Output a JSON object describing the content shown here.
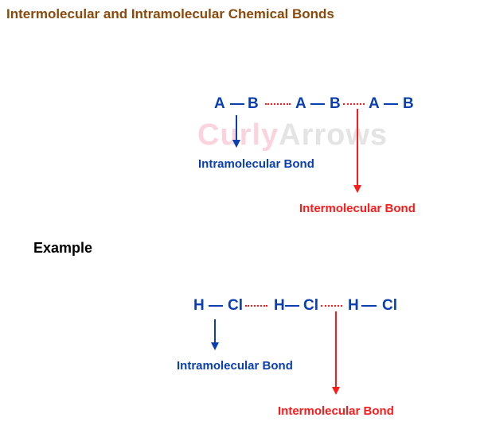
{
  "title": "Intermolecular and Intramolecular Chemical Bonds",
  "watermark": {
    "part1": "Curly",
    "part2": "Arrows"
  },
  "generic": {
    "atoms": [
      "A",
      "B",
      "A",
      "B",
      "A",
      "B"
    ],
    "intra_label": "Intramolecular Bond",
    "inter_label": "Intermolecular Bond"
  },
  "example": {
    "heading": "Example",
    "atoms": [
      "H",
      "Cl",
      "H",
      "Cl",
      "H",
      "Cl"
    ],
    "intra_label": "Intramolecular Bond",
    "inter_label": "Intermolecular Bond"
  },
  "colors": {
    "intra": "#0a3fb0",
    "inter": "#ff1a1a",
    "title": "#8a4a0c"
  }
}
